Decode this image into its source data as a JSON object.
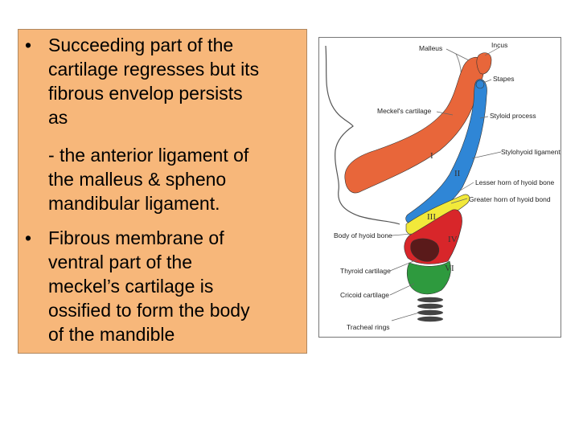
{
  "slide": {
    "point1": {
      "bullet": "•",
      "lines": [
        "Succeeding part of the",
        "cartilage regresses but its",
        "fibrous envelop persists",
        "as"
      ]
    },
    "point1_sub": {
      "lines": [
        "- the anterior ligament of",
        "the malleus & spheno",
        "mandibular ligament."
      ]
    },
    "point2": {
      "bullet": "•",
      "lines": [
        "Fibrous membrane of",
        "ventral part of the",
        "meckel’s cartilage is",
        "ossified to form the body",
        "of the mandible"
      ]
    }
  },
  "figure": {
    "labels": {
      "malleus": "Malleus",
      "incus": "Incus",
      "stapes": "Stapes",
      "meckels": "Meckel's cartilage",
      "styloid": "Styloid process",
      "stylohyoid": "Stylohyoid ligament",
      "lesser_horn": "Lesser horn of hyoid bone",
      "greater_horn": "Greater horn of hyoid bond",
      "body_hyoid": "Body of hyoid bone",
      "thyroid": "Thyroid cartilage",
      "cricoid": "Cricoid cartilage",
      "tracheal": "Tracheal rings"
    },
    "arches": {
      "I": "I",
      "II": "II",
      "III": "III",
      "IV": "IV",
      "VI": "VI"
    },
    "colors": {
      "arch1": "#e8663a",
      "arch2": "#2f86d6",
      "arch3": "#f2e93a",
      "arch4": "#d8262a",
      "arch6": "#2e9a3e",
      "textbox": "#f7b77a"
    }
  }
}
